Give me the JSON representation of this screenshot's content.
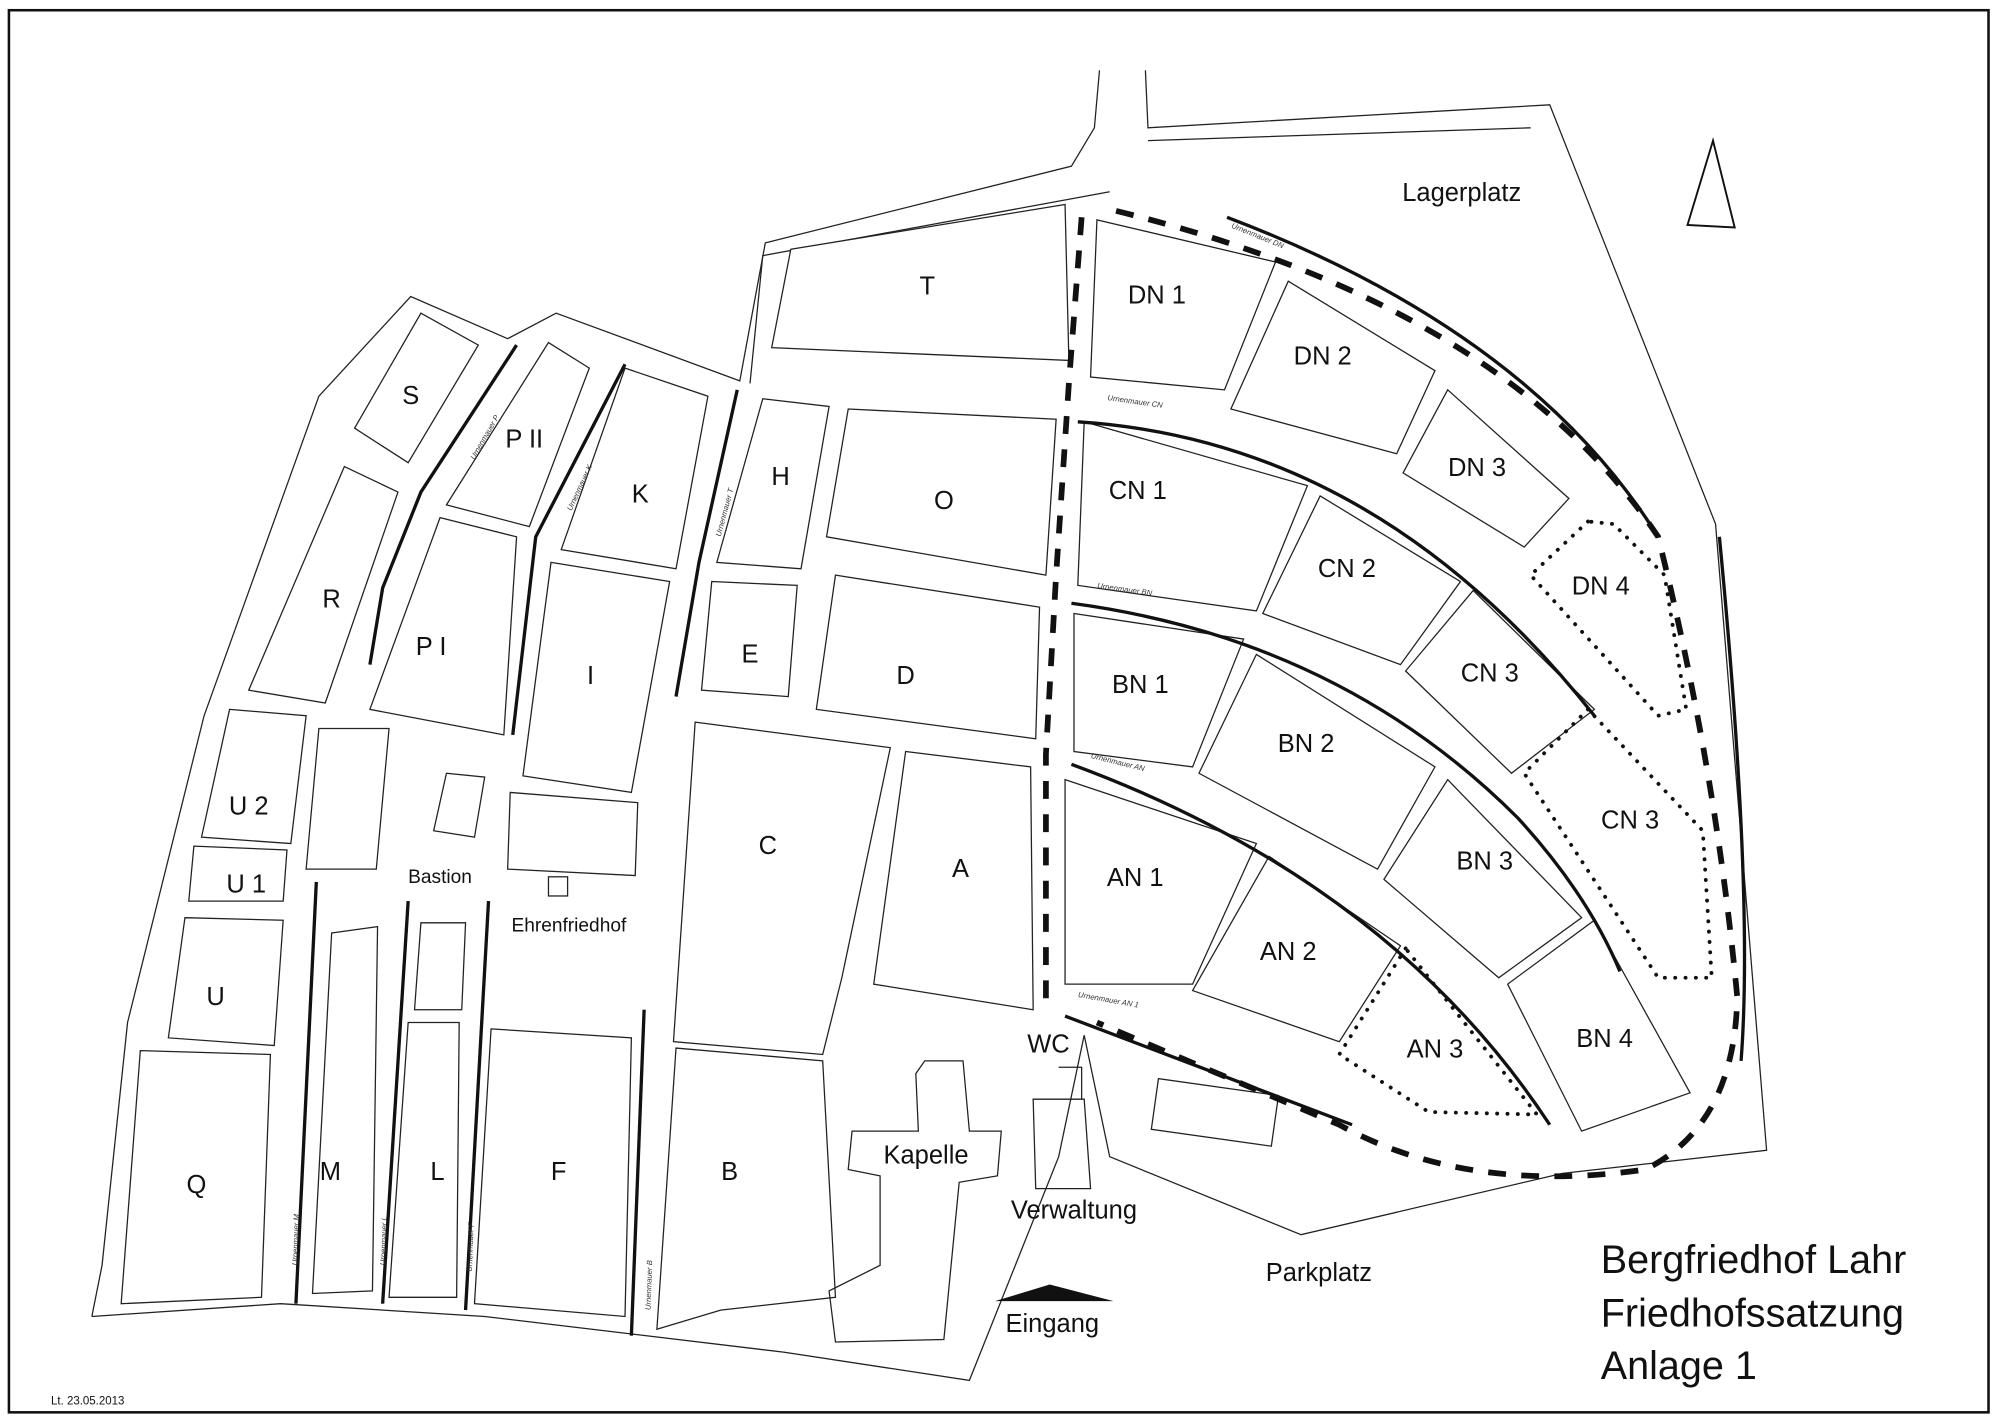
{
  "map": {
    "title_lines": [
      "Bergfriedhof Lahr",
      "Friedhofssatzung",
      "Anlage 1"
    ],
    "date_note": "Lt. 23.05.2013",
    "places": {
      "lagerplatz": "Lagerplatz",
      "parkplatz": "Parkplatz",
      "eingang": "Eingang",
      "verwaltung": "Verwaltung",
      "kapelle": "Kapelle",
      "wc": "WC",
      "bastion": "Bastion",
      "ehrenfriedhof": "Ehrenfriedhof"
    },
    "fields": {
      "T": "T",
      "DN1": "DN 1",
      "DN2": "DN 2",
      "DN3": "DN 3",
      "DN4": "DN 4",
      "S": "S",
      "PII": "P II",
      "K": "K",
      "H": "H",
      "O": "O",
      "CN1": "CN 1",
      "CN2": "CN 2",
      "CN3a": "CN 3",
      "CN3b": "CN 3",
      "R": "R",
      "PI": "P I",
      "I": "I",
      "E": "E",
      "D": "D",
      "BN1": "BN 1",
      "BN2": "BN 2",
      "BN3": "BN 3",
      "BN4": "BN 4",
      "U2": "U 2",
      "U1": "U 1",
      "U": "U",
      "C": "C",
      "A": "A",
      "AN1": "AN 1",
      "AN2": "AN 2",
      "AN3": "AN 3",
      "Q": "Q",
      "M": "M",
      "L": "L",
      "F": "F",
      "B": "B"
    },
    "urn_walls": {
      "DN": "Urnenmauer DN",
      "CN": "Urnenmauer CN",
      "BN": "Urnenmauer BN",
      "AN": "Urnenmauer AN",
      "AN1": "Urnenmauer AN 1",
      "P": "Urnenmauer P",
      "K": "Urnenmauer K",
      "T": "Urnenmauer T",
      "M": "Urnenmauer M",
      "L": "Urnenmauer L",
      "F": "Urnenmauer F",
      "B": "Urnenmauer B"
    },
    "north_arrow": "north-arrow"
  }
}
